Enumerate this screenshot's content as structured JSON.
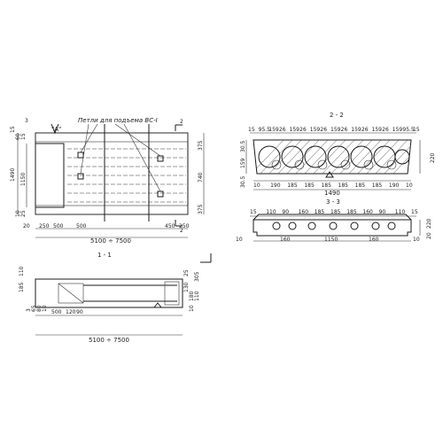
{
  "annotations": {
    "loop_label": "Петли для подъема ВС-I",
    "view_a": "\"A\"",
    "view_a_marker": "A",
    "cut_2_left": "2",
    "cut_2_right": "2"
  },
  "plan": {
    "dim_top_left": "3",
    "dim_left_total": "1490",
    "dim_left_inner": "1150",
    "dim_left_top_1": "15",
    "dim_left_top_2": "60",
    "dim_left_top_3": "15",
    "dim_left_bottom_1": "10",
    "dim_left_bottom_2": "25",
    "dim_right_1": "375",
    "dim_right_2": "740",
    "dim_right_3": "375",
    "bottom_dims": [
      "20",
      "250",
      "500",
      "500",
      "450",
      "250"
    ],
    "length": "5100 ÷ 7500"
  },
  "section_1_1": {
    "title": "1 - 1",
    "left_dims": [
      "185",
      "110"
    ],
    "left_bottom_dims": [
      "3",
      "65",
      "80",
      "10"
    ],
    "bottom_dims": [
      "500",
      "120",
      "90"
    ],
    "right_dims": [
      "130",
      "25",
      "10",
      "180",
      "110",
      "305"
    ],
    "length": "5100 ÷ 7500"
  },
  "section_2_2": {
    "title": "2 - 2",
    "top_dims": [
      "15",
      "95.5",
      "159",
      "26",
      "159",
      "26",
      "159",
      "26",
      "159",
      "26",
      "159",
      "26",
      "159",
      "26",
      "159",
      "95.5",
      "15"
    ],
    "left_dims": [
      "30.5",
      "159",
      "30.5"
    ],
    "right_dims": [
      "220"
    ],
    "bottom_dims": [
      "10",
      "190",
      "185",
      "185",
      "185",
      "185",
      "185",
      "185",
      "190",
      "10"
    ],
    "width": "1490"
  },
  "section_3_3": {
    "title": "3 - 3",
    "top_dims": [
      "15",
      "110",
      "90",
      "160",
      "185",
      "185",
      "185",
      "160",
      "90",
      "110",
      "15"
    ],
    "right_dims": [
      "220",
      "20"
    ],
    "bottom_dims": [
      "10",
      "160",
      "1150",
      "160",
      "10"
    ]
  }
}
